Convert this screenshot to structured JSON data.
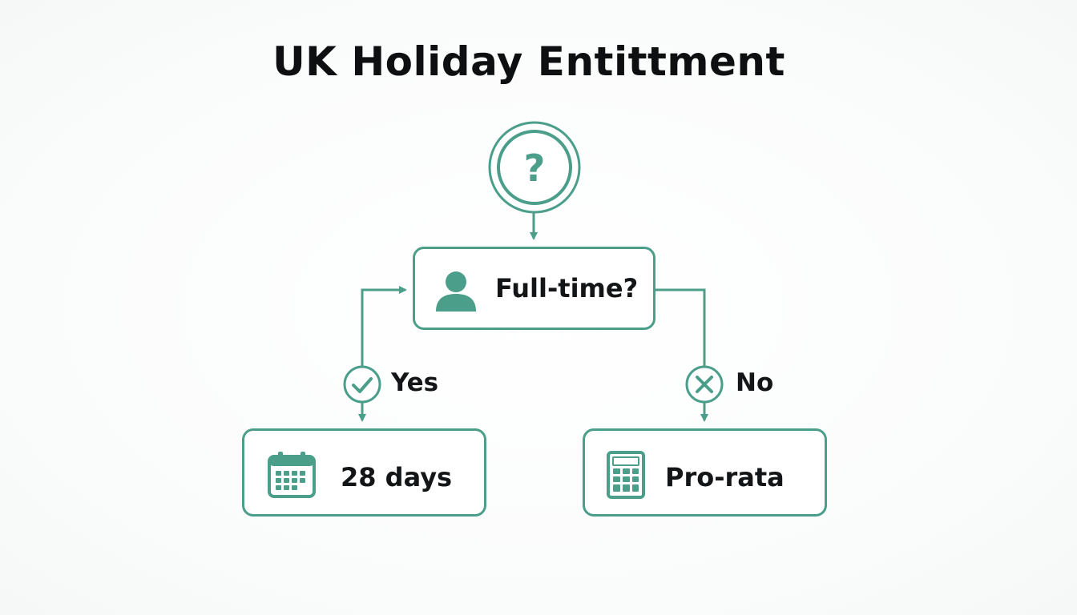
{
  "title": "UK Holiday Entittment",
  "colors": {
    "accent": "#4a9e8a",
    "text": "#141516",
    "background": "#ffffff"
  },
  "start_node": {
    "icon": "question-mark-icon",
    "symbol": "?"
  },
  "decision_node": {
    "label": "Full-time?",
    "icon": "person-icon"
  },
  "branches": {
    "yes": {
      "label": "Yes",
      "icon": "checkmark-icon"
    },
    "no": {
      "label": "No",
      "icon": "x-icon"
    }
  },
  "outcomes": {
    "full_time": {
      "label": "28 days",
      "icon": "calendar-icon"
    },
    "part_time": {
      "label": "Pro-rata",
      "icon": "calculator-icon"
    }
  }
}
